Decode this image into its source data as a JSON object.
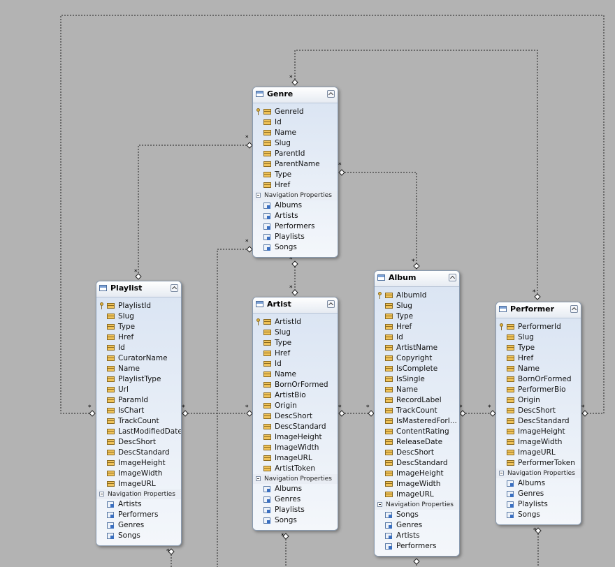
{
  "entities": [
    {
      "key": "genre",
      "name": "Genre",
      "properties": [
        {
          "label": "GenreId",
          "key": true
        },
        {
          "label": "Id"
        },
        {
          "label": "Name"
        },
        {
          "label": "Slug"
        },
        {
          "label": "ParentId"
        },
        {
          "label": "ParentName"
        },
        {
          "label": "Type"
        },
        {
          "label": "Href"
        }
      ],
      "navigation_label": "Navigation Properties",
      "navigation": [
        "Albums",
        "Artists",
        "Performers",
        "Playlists",
        "Songs"
      ]
    },
    {
      "key": "playlist",
      "name": "Playlist",
      "properties": [
        {
          "label": "PlaylistId",
          "key": true
        },
        {
          "label": "Slug"
        },
        {
          "label": "Type"
        },
        {
          "label": "Href"
        },
        {
          "label": "Id"
        },
        {
          "label": "CuratorName"
        },
        {
          "label": "Name"
        },
        {
          "label": "PlaylistType"
        },
        {
          "label": "Url"
        },
        {
          "label": "ParamId"
        },
        {
          "label": "IsChart"
        },
        {
          "label": "TrackCount"
        },
        {
          "label": "LastModifiedDate"
        },
        {
          "label": "DescShort"
        },
        {
          "label": "DescStandard"
        },
        {
          "label": "ImageHeight"
        },
        {
          "label": "ImageWidth"
        },
        {
          "label": "ImageURL"
        }
      ],
      "navigation_label": "Navigation Properties",
      "navigation": [
        "Artists",
        "Performers",
        "Genres",
        "Songs"
      ]
    },
    {
      "key": "artist",
      "name": "Artist",
      "properties": [
        {
          "label": "ArtistId",
          "key": true
        },
        {
          "label": "Slug"
        },
        {
          "label": "Type"
        },
        {
          "label": "Href"
        },
        {
          "label": "Id"
        },
        {
          "label": "Name"
        },
        {
          "label": "BornOrFormed"
        },
        {
          "label": "ArtistBio"
        },
        {
          "label": "Origin"
        },
        {
          "label": "DescShort"
        },
        {
          "label": "DescStandard"
        },
        {
          "label": "ImageHeight"
        },
        {
          "label": "ImageWidth"
        },
        {
          "label": "ImageURL"
        },
        {
          "label": "ArtistToken"
        }
      ],
      "navigation_label": "Navigation Properties",
      "navigation": [
        "Albums",
        "Genres",
        "Playlists",
        "Songs"
      ]
    },
    {
      "key": "album",
      "name": "Album",
      "properties": [
        {
          "label": "AlbumId",
          "key": true
        },
        {
          "label": "Slug"
        },
        {
          "label": "Type"
        },
        {
          "label": "Href"
        },
        {
          "label": "Id"
        },
        {
          "label": "ArtistName"
        },
        {
          "label": "Copyright"
        },
        {
          "label": "IsComplete"
        },
        {
          "label": "IsSingle"
        },
        {
          "label": "Name"
        },
        {
          "label": "RecordLabel"
        },
        {
          "label": "TrackCount"
        },
        {
          "label": "IsMasteredForI..."
        },
        {
          "label": "ContentRating"
        },
        {
          "label": "ReleaseDate"
        },
        {
          "label": "DescShort"
        },
        {
          "label": "DescStandard"
        },
        {
          "label": "ImageHeight"
        },
        {
          "label": "ImageWidth"
        },
        {
          "label": "ImageURL"
        }
      ],
      "navigation_label": "Navigation Properties",
      "navigation": [
        "Songs",
        "Genres",
        "Artists",
        "Performers"
      ]
    },
    {
      "key": "performer",
      "name": "Performer",
      "properties": [
        {
          "label": "PerformerId",
          "key": true
        },
        {
          "label": "Slug"
        },
        {
          "label": "Type"
        },
        {
          "label": "Href"
        },
        {
          "label": "Name"
        },
        {
          "label": "BornOrFormed"
        },
        {
          "label": "PerformerBio"
        },
        {
          "label": "Origin"
        },
        {
          "label": "DescShort"
        },
        {
          "label": "DescStandard"
        },
        {
          "label": "ImageHeight"
        },
        {
          "label": "ImageWidth"
        },
        {
          "label": "ImageURL"
        },
        {
          "label": "PerformerToken"
        }
      ],
      "navigation_label": "Navigation Properties",
      "navigation": [
        "Albums",
        "Genres",
        "Playlists",
        "Songs"
      ]
    }
  ],
  "multiplicity_marker": "*"
}
